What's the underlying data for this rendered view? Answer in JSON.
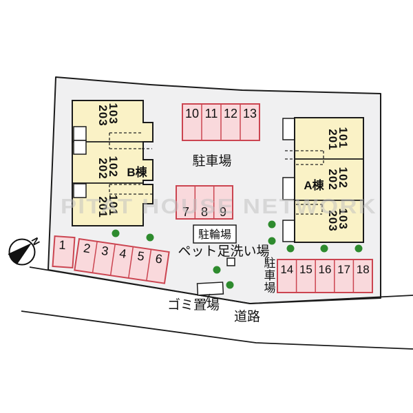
{
  "watermark": "PITAT HOUSE NETWORK",
  "compass": {
    "north_label": "N"
  },
  "labels": {
    "parking_main": "駐車場",
    "parking_vertical": [
      "駐",
      "車",
      "場"
    ],
    "bicycle_parking": "駐輪場",
    "pet_foot_wash": "ペット足洗い場",
    "garbage_area": "ゴミ置場",
    "road": "道路"
  },
  "buildings": {
    "b": {
      "name": "B棟",
      "units": [
        {
          "second_floor": "203",
          "first_floor": "103"
        },
        {
          "second_floor": "202",
          "first_floor": "102"
        },
        {
          "second_floor": "201",
          "first_floor": "101"
        }
      ]
    },
    "a": {
      "name": "A棟",
      "units": [
        {
          "second_floor": "201",
          "first_floor": "101"
        },
        {
          "second_floor": "202",
          "first_floor": "102"
        },
        {
          "second_floor": "203",
          "first_floor": "103"
        }
      ]
    }
  },
  "parking": {
    "top_row": [
      "10",
      "11",
      "12",
      "13"
    ],
    "middle_row": [
      "7",
      "8",
      "9"
    ],
    "bottom_left_single": "1",
    "bottom_left_row": [
      "2",
      "3",
      "4",
      "5",
      "6"
    ],
    "bottom_right_row": [
      "14",
      "15",
      "16",
      "17",
      "18"
    ]
  },
  "colors": {
    "site_fill": "#f0f0f1",
    "building_fill": "#faf2c6",
    "parking_fill": "#f9d9dc",
    "parking_border": "#cb4450",
    "tree_green": "#2e8b2e",
    "outline": "#1a1a1a",
    "watermark_gray": "#bfbfbf"
  }
}
